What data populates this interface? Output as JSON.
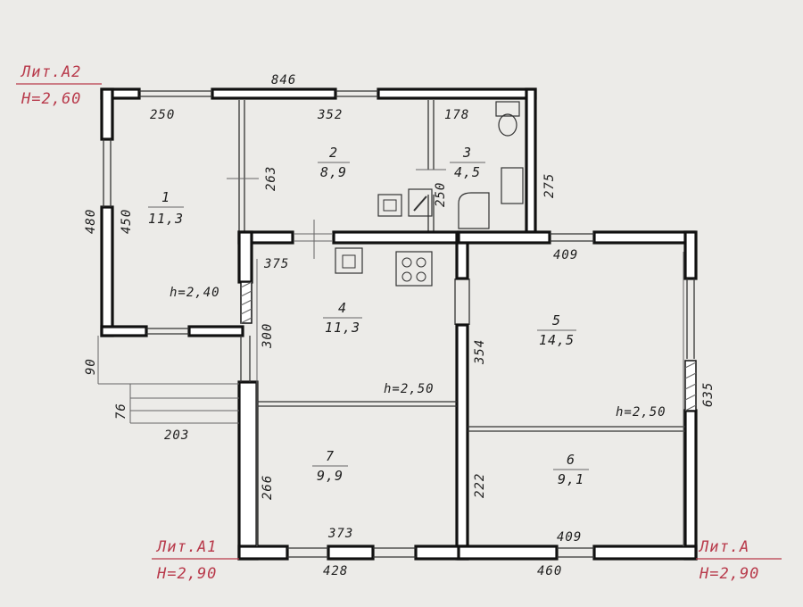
{
  "buildings": [
    {
      "id": "a2",
      "lit": "Лит.А2",
      "height": "H=2,60"
    },
    {
      "id": "a1",
      "lit": "Лит.А1",
      "height": "H=2,90"
    },
    {
      "id": "a",
      "lit": "Лит.А",
      "height": "H=2,90"
    }
  ],
  "rooms": [
    {
      "number": "1",
      "area": "11,3"
    },
    {
      "number": "2",
      "area": "8,9"
    },
    {
      "number": "3",
      "area": "4,5"
    },
    {
      "number": "4",
      "area": "11,3"
    },
    {
      "number": "5",
      "area": "14,5"
    },
    {
      "number": "6",
      "area": "9,1"
    },
    {
      "number": "7",
      "area": "9,9"
    }
  ],
  "ceiling_heights": [
    "h=2,40",
    "h=2,50",
    "h=2,50"
  ],
  "dimensions": {
    "top_total": "846",
    "room1_width": "250",
    "room2_width": "352",
    "room3_width": "178",
    "right_a2": "275",
    "room1_inner": "450",
    "room1_outer": "480",
    "room2_height": "263",
    "room3_height": "250",
    "room4_width": "375",
    "room4_height": "300",
    "room5_width": "409",
    "room5_height": "354",
    "right_a": "635",
    "room7_height": "266",
    "room7_width": "373",
    "room6_height": "222",
    "room6_width": "409",
    "bottom_a1": "428",
    "bottom_a": "460",
    "porch_90": "90",
    "porch_76": "76",
    "porch_203": "203"
  }
}
